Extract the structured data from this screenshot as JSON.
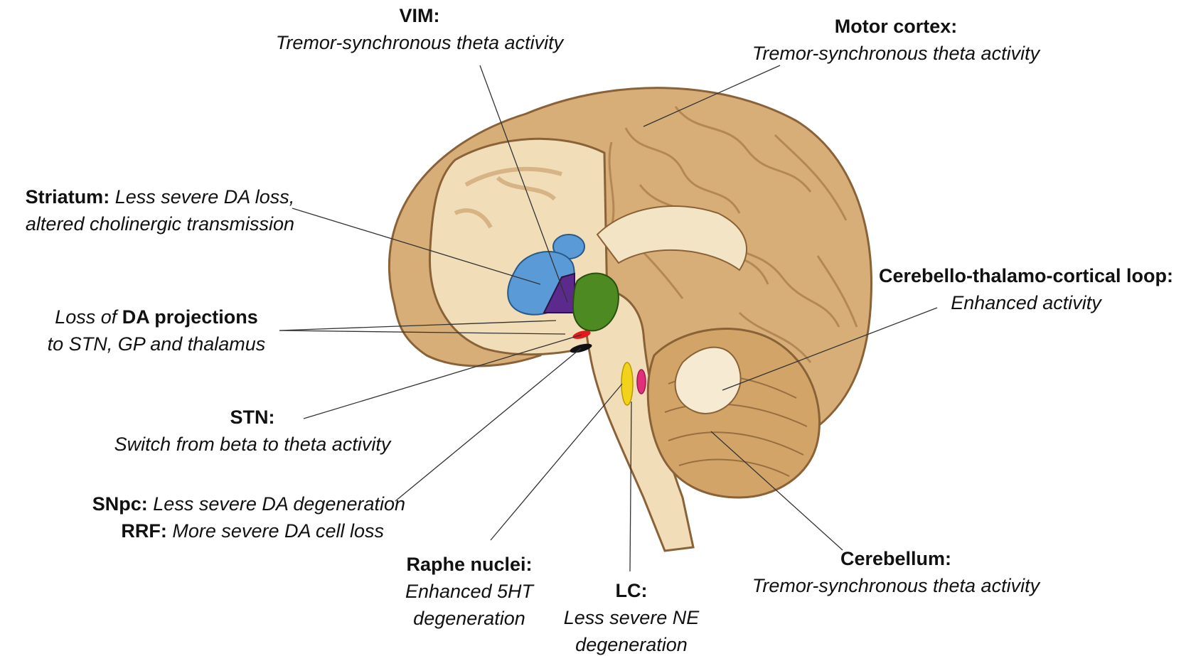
{
  "labels": {
    "vim": {
      "title": "VIM:",
      "desc": "Tremor-synchronous theta activity"
    },
    "motor_cortex": {
      "title": "Motor cortex:",
      "desc": "Tremor-synchronous theta activity"
    },
    "striatum": {
      "title": "Striatum:",
      "desc1": "Less severe DA loss,",
      "desc2": "altered cholinergic transmission"
    },
    "da_projections": {
      "pre": "Loss of",
      "bold": "DA projections",
      "desc2": "to STN, GP and thalamus"
    },
    "cerebello_loop": {
      "title": "Cerebello-thalamo-cortical loop:",
      "desc": "Enhanced activity"
    },
    "stn": {
      "title": "STN:",
      "desc": "Switch from beta to theta activity"
    },
    "snpc": {
      "title": "SNpc:",
      "desc": "Less severe DA degeneration"
    },
    "rrf": {
      "title": "RRF:",
      "desc": "More severe DA cell loss"
    },
    "raphe": {
      "title": "Raphe nuclei:",
      "desc1": "Enhanced 5HT",
      "desc2": "degeneration"
    },
    "lc": {
      "title": "LC:",
      "desc1": "Less severe NE",
      "desc2": "degeneration"
    },
    "cerebellum": {
      "title": "Cerebellum:",
      "desc": "Tremor-synchronous theta activity"
    }
  },
  "colors": {
    "striatum": "#5a9ad6",
    "thalamus": "#4e8a22",
    "globus_pallidus": "#5b2a8c",
    "stn": "#e01b1b",
    "snpc": "#111111",
    "locus_coeruleus": "#f2d21a",
    "raphe": "#e0307a",
    "brain_tan": "#d8ae78",
    "brain_light": "#f1ddb8",
    "brain_outline": "#8a6238"
  }
}
